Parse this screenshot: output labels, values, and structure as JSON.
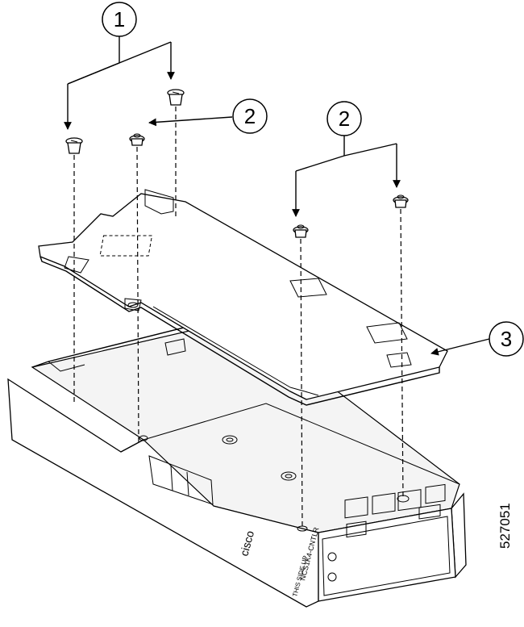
{
  "callouts": [
    {
      "id": "1",
      "label": "1"
    },
    {
      "id": "2a",
      "label": "2"
    },
    {
      "id": "2b",
      "label": "2"
    },
    {
      "id": "3",
      "label": "3"
    }
  ],
  "figure_number": "527051",
  "module": {
    "brand": "cisco",
    "model_label": "NCS1K4-CNTLR",
    "side_label": "THIS SIDE UP"
  }
}
